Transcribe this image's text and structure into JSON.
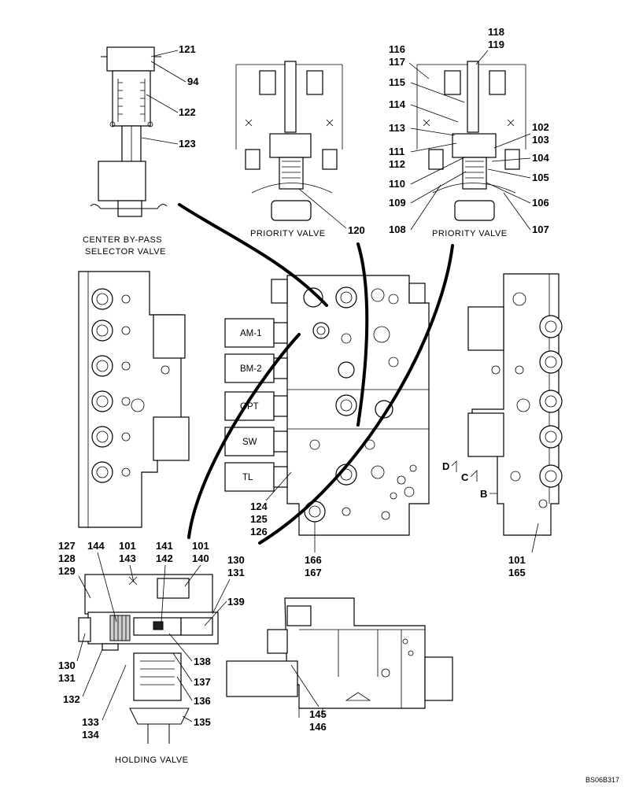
{
  "captions": {
    "center_bypass_line1": "CENTER BY-PASS",
    "center_bypass_line2": "SELECTOR VALVE",
    "priority_valve_left": "PRIORITY VALVE",
    "priority_valve_right": "PRIORITY VALVE",
    "holding_valve": "HOLDING VALVE"
  },
  "solenoids": [
    "AM-1",
    "BM-2",
    "OPT",
    "SW",
    "TL"
  ],
  "view_markers": {
    "b": "B",
    "c": "C",
    "d": "D"
  },
  "reference_code": "BS06B317",
  "callouts": {
    "c121": "121",
    "c94": "94",
    "c122": "122",
    "c123": "123",
    "c120": "120",
    "c118": "118",
    "c119": "119",
    "c116": "116",
    "c117": "117",
    "c115": "115",
    "c114": "114",
    "c113": "113",
    "c111": "111",
    "c112": "112",
    "c110": "110",
    "c109": "109",
    "c108": "108",
    "c102": "102",
    "c103": "103",
    "c104": "104",
    "c105": "105",
    "c106": "106",
    "c107": "107",
    "c124": "124",
    "c125": "125",
    "c126": "126",
    "c166": "166",
    "c167": "167",
    "c101r": "101",
    "c165": "165",
    "c127": "127",
    "c128": "128",
    "c129": "129",
    "c144": "144",
    "c101a": "101",
    "c143": "143",
    "c141": "141",
    "c142": "142",
    "c101b": "101",
    "c140": "140",
    "c130a": "130",
    "c131a": "131",
    "c139": "139",
    "c130b": "130",
    "c131b": "131",
    "c132": "132",
    "c138": "138",
    "c137": "137",
    "c136": "136",
    "c133": "133",
    "c134": "134",
    "c135": "135",
    "c145": "145",
    "c146": "146"
  }
}
